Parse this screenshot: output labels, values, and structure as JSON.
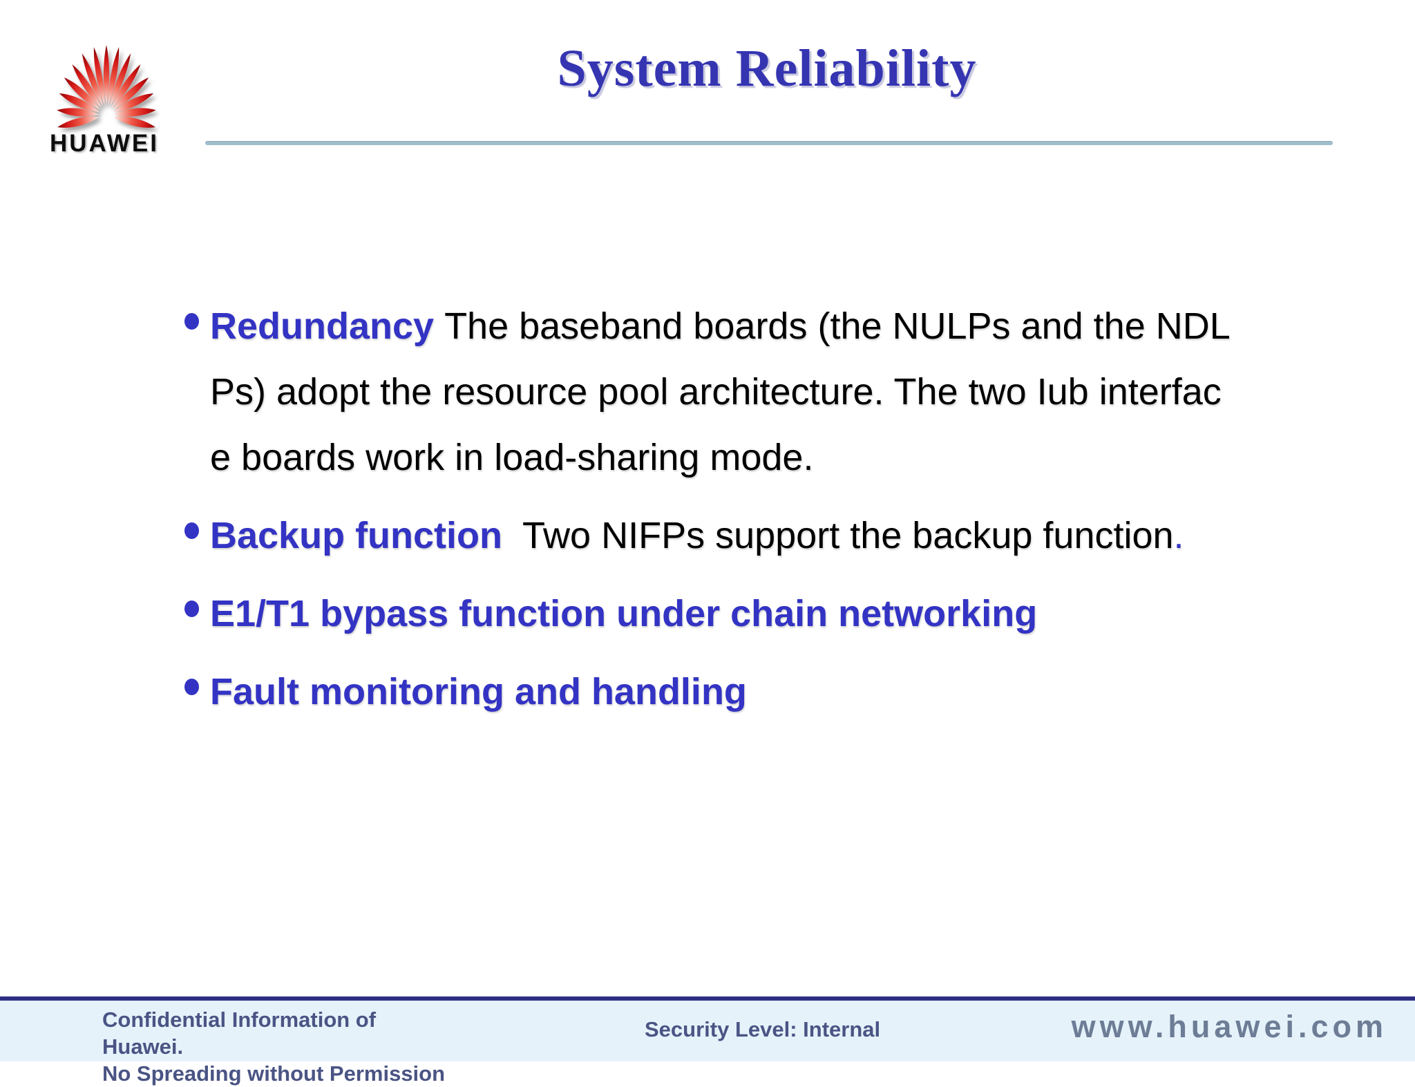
{
  "slide": {
    "title": "System Reliability",
    "logo": {
      "brand": "HUAWEI"
    },
    "bullets": [
      {
        "segments": [
          {
            "text": "Redundancy ",
            "style": "em"
          },
          {
            "text": "The baseband boards (the NULPs and the NDL\nPs) adopt the resource pool architecture. The two Iub interfac\ne boards work in load-sharing mode.",
            "style": "body"
          }
        ]
      },
      {
        "segments": [
          {
            "text": "Backup function",
            "style": "em"
          },
          {
            "text": "  Two NIFPs support the backup function",
            "style": "body"
          },
          {
            "text": ".",
            "style": "emr"
          }
        ]
      },
      {
        "segments": [
          {
            "text": "E1/T1 bypass function under chain networking",
            "style": "em"
          }
        ]
      },
      {
        "segments": [
          {
            "text": "Fault monitoring and handling",
            "style": "em"
          }
        ]
      }
    ],
    "footer": {
      "confidential_lines": [
        "Confidential Information of",
        "Huawei.",
        "No Spreading without Permission"
      ],
      "security_level": "Security Level: Internal",
      "website": "www.huawei.com"
    },
    "colors": {
      "title_blue": "#3535B2",
      "accent_blue": "#3333C4",
      "separator": "#9FBECB",
      "footer_line": "#2E2E83",
      "footer_band": "#E5F2FA",
      "footer_text": "#4A5484",
      "website_text": "#6E7D96",
      "logo_red": "#CC0F0F"
    }
  }
}
